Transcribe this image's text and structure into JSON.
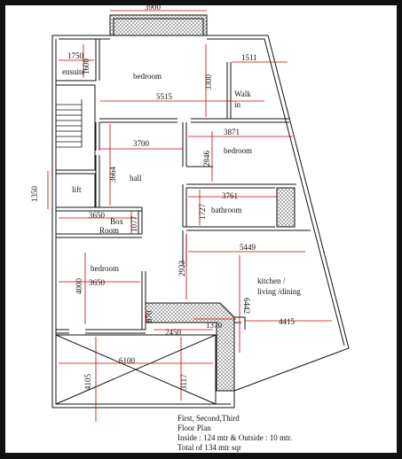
{
  "rooms": {
    "ensuite": "ensuite",
    "bedroom_top": "bedroom",
    "walkin_1": "Walk",
    "walkin_2": "in",
    "bedroom_right": "bedroom",
    "hall": "hall",
    "lift": "lift",
    "bathroom": "bathroom",
    "box_room_1": "Box",
    "box_room_2": "Room",
    "bedroom_left": "bedroom",
    "kitchen_1": "kitchen /",
    "kitchen_2": "living /dining"
  },
  "dimensions": {
    "d3900": "3900",
    "d1750": "1750",
    "d1600": "1600",
    "d3300": "3300",
    "d1511": "1511",
    "d5515": "5515",
    "d3871": "3871",
    "d3700": "3700",
    "d2846": "2846",
    "d3664": "3664",
    "d1350": "1350",
    "d3761": "3761",
    "d1727": "1727",
    "d3650a": "3650",
    "d1077": "1077",
    "d5449": "5449",
    "d2923": "2923",
    "d4000": "4000",
    "d3650b": "3650",
    "d6442": "6442",
    "d870": "870",
    "d1370": "1370",
    "d4415": "4415",
    "d2450": "2450",
    "d6100": "6100",
    "d3117": "3117",
    "d4105": "4105"
  },
  "notes": {
    "line1": "First, Second,Third",
    "line2": "Floor Plan",
    "line3": "Inside : 124 mtr & Outside : 10 mtr.",
    "line4": "Total of 134 mtr sqr"
  },
  "colors": {
    "wall": "#111111",
    "dimension": "#cc0000",
    "hatch": "#444444"
  }
}
